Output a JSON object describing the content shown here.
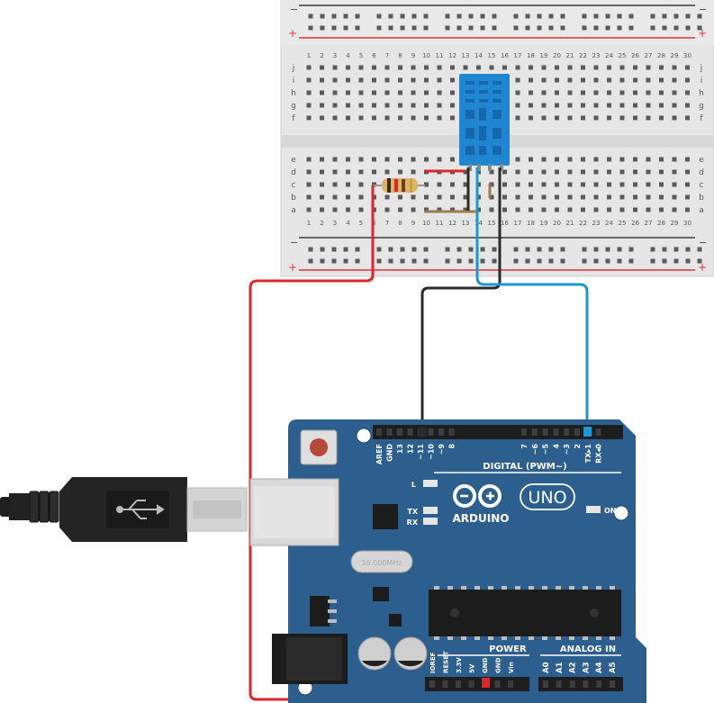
{
  "breadboard": {
    "columns": [
      "1",
      "2",
      "3",
      "4",
      "5",
      "6",
      "7",
      "8",
      "9",
      "10",
      "11",
      "12",
      "13",
      "14",
      "15",
      "16",
      "17",
      "18",
      "19",
      "20",
      "21",
      "22",
      "23",
      "24",
      "25",
      "26",
      "27",
      "28",
      "29",
      "30"
    ],
    "rows_top": [
      "j",
      "i",
      "h",
      "g",
      "f"
    ],
    "rows_bottom": [
      "e",
      "d",
      "c",
      "b",
      "a"
    ],
    "rail_minus": "−",
    "rail_plus": "+"
  },
  "arduino": {
    "brand": "ARDUINO",
    "model": "UNO",
    "on_label": "ON",
    "l_label": "L",
    "tx_label": "TX",
    "rx_label": "RX",
    "digital_label": "DIGITAL (PWM~)",
    "power_label": "POWER",
    "analog_label": "ANALOG IN",
    "crystal_label": "16.000MHz",
    "digital_pins": [
      "AREF",
      "GND",
      "13",
      "12",
      "~11",
      "~10",
      "~9",
      "8",
      "7",
      "~6",
      "~5",
      "4",
      "~3",
      "2",
      "TX▸1",
      "RX◂0"
    ],
    "power_pins": [
      "IOREF",
      "RESET",
      "3.3V",
      "5V",
      "GND",
      "GND",
      "Vin"
    ],
    "analog_pins": [
      "A0",
      "A1",
      "A2",
      "A3",
      "A4",
      "A5"
    ]
  },
  "colors": {
    "board_blue": "#2c5f8d",
    "wire_red": "#e0262a",
    "wire_black": "#2b2b2b",
    "wire_blue": "#1a97d4",
    "sensor_blue": "#1f86d2",
    "breadboard_bg": "#e8e8e8"
  }
}
